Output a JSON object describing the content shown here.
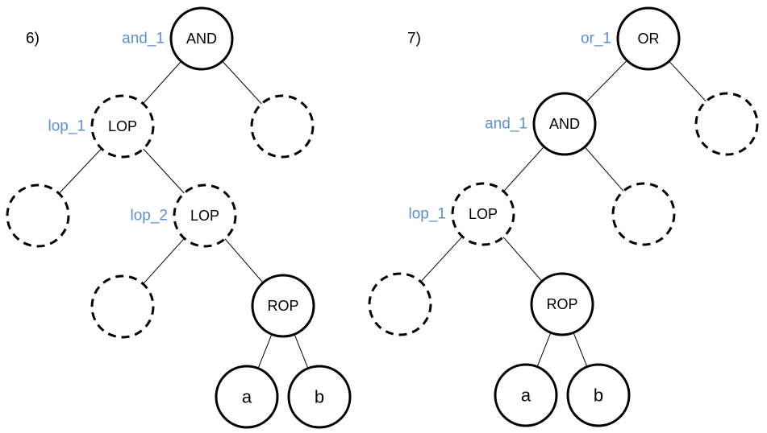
{
  "diagrams": [
    {
      "number_label": "6)",
      "nodes": [
        {
          "id": "n1",
          "text": "AND",
          "var": "and_1",
          "style": "solid"
        },
        {
          "id": "n2",
          "text": "LOP",
          "var": "lop_1",
          "style": "dashed"
        },
        {
          "id": "n3",
          "text": "",
          "var": "",
          "style": "dashed"
        },
        {
          "id": "n4",
          "text": "",
          "var": "",
          "style": "dashed"
        },
        {
          "id": "n5",
          "text": "LOP",
          "var": "lop_2",
          "style": "dashed"
        },
        {
          "id": "n6",
          "text": "",
          "var": "",
          "style": "dashed"
        },
        {
          "id": "n7",
          "text": "ROP",
          "var": "",
          "style": "solid"
        },
        {
          "id": "n8",
          "text": "a",
          "var": "",
          "style": "solid",
          "leaf": true
        },
        {
          "id": "n9",
          "text": "b",
          "var": "",
          "style": "solid",
          "leaf": true
        }
      ],
      "edges": [
        [
          "n1",
          "n2"
        ],
        [
          "n1",
          "n3"
        ],
        [
          "n2",
          "n4"
        ],
        [
          "n2",
          "n5"
        ],
        [
          "n5",
          "n6"
        ],
        [
          "n5",
          "n7"
        ],
        [
          "n7",
          "n8"
        ],
        [
          "n7",
          "n9"
        ]
      ]
    },
    {
      "number_label": "7)",
      "nodes": [
        {
          "id": "m1",
          "text": "OR",
          "var": "or_1",
          "style": "solid"
        },
        {
          "id": "m2",
          "text": "AND",
          "var": "and_1",
          "style": "solid"
        },
        {
          "id": "m3",
          "text": "",
          "var": "",
          "style": "dashed"
        },
        {
          "id": "m4",
          "text": "LOP",
          "var": "lop_1",
          "style": "dashed"
        },
        {
          "id": "m5",
          "text": "",
          "var": "",
          "style": "dashed"
        },
        {
          "id": "m6",
          "text": "",
          "var": "",
          "style": "dashed"
        },
        {
          "id": "m7",
          "text": "ROP",
          "var": "",
          "style": "solid"
        },
        {
          "id": "m8",
          "text": "a",
          "var": "",
          "style": "solid",
          "leaf": true
        },
        {
          "id": "m9",
          "text": "b",
          "var": "",
          "style": "solid",
          "leaf": true
        }
      ],
      "edges": [
        [
          "m1",
          "m2"
        ],
        [
          "m1",
          "m3"
        ],
        [
          "m2",
          "m4"
        ],
        [
          "m2",
          "m5"
        ],
        [
          "m4",
          "m6"
        ],
        [
          "m4",
          "m7"
        ],
        [
          "m7",
          "m8"
        ],
        [
          "m7",
          "m9"
        ]
      ]
    }
  ],
  "colors": {
    "var_label": "#5b8fd6",
    "stroke": "#000000"
  }
}
